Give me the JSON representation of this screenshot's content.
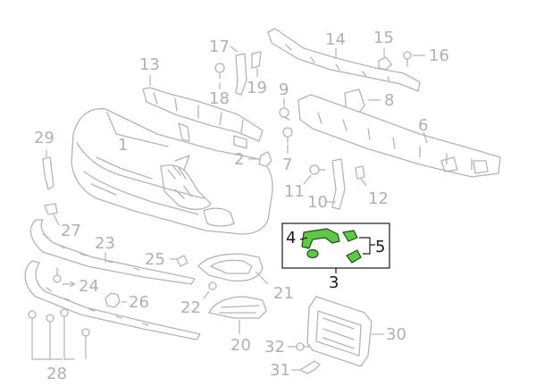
{
  "diagram": {
    "highlight_color": "#5fc64a",
    "part_color": "#b4b4b4",
    "callouts": [
      {
        "id": "1",
        "label": "1"
      },
      {
        "id": "2",
        "label": "2"
      },
      {
        "id": "3",
        "label": "3"
      },
      {
        "id": "4",
        "label": "4"
      },
      {
        "id": "5",
        "label": "5"
      },
      {
        "id": "6",
        "label": "6"
      },
      {
        "id": "7",
        "label": "7"
      },
      {
        "id": "8",
        "label": "8"
      },
      {
        "id": "9",
        "label": "9"
      },
      {
        "id": "10",
        "label": "10"
      },
      {
        "id": "11",
        "label": "11"
      },
      {
        "id": "12",
        "label": "12"
      },
      {
        "id": "13",
        "label": "13"
      },
      {
        "id": "14",
        "label": "14"
      },
      {
        "id": "15",
        "label": "15"
      },
      {
        "id": "16",
        "label": "16"
      },
      {
        "id": "17",
        "label": "17"
      },
      {
        "id": "18",
        "label": "18"
      },
      {
        "id": "19",
        "label": "19"
      },
      {
        "id": "20",
        "label": "20"
      },
      {
        "id": "21",
        "label": "21"
      },
      {
        "id": "22",
        "label": "22"
      },
      {
        "id": "23",
        "label": "23"
      },
      {
        "id": "24",
        "label": "24"
      },
      {
        "id": "25",
        "label": "25"
      },
      {
        "id": "26",
        "label": "26"
      },
      {
        "id": "27",
        "label": "27"
      },
      {
        "id": "28",
        "label": "28"
      },
      {
        "id": "29",
        "label": "29"
      },
      {
        "id": "30",
        "label": "30"
      },
      {
        "id": "31",
        "label": "31"
      },
      {
        "id": "32",
        "label": "32"
      }
    ],
    "highlighted_callouts": [
      "3",
      "4",
      "5"
    ]
  }
}
